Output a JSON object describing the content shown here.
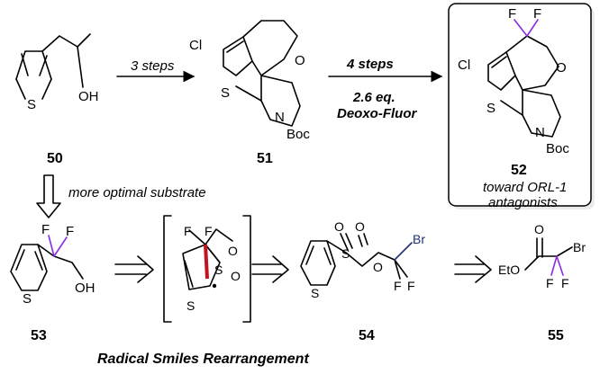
{
  "compounds": {
    "c50": "50",
    "c51": "51",
    "c52": "52",
    "c53": "53",
    "c54": "54",
    "c55": "55"
  },
  "atoms": {
    "S": "S",
    "OH": "OH",
    "O": "O",
    "N": "N",
    "Boc": "Boc",
    "Cl": "Cl",
    "F": "F",
    "Br": "Br",
    "EtO": "EtO"
  },
  "arrows": {
    "step1": "3 steps",
    "step2": "4 steps",
    "reagent": "2.6 eq.",
    "reagent_name": "Deoxo-Fluor",
    "down": "more optimal substrate"
  },
  "box": {
    "line1": "toward ORL-1",
    "line2": "antagonists"
  },
  "caption": "Radical Smiles Rearrangement",
  "colors": {
    "fluorine_bond": "#8a2be2",
    "bromine": "#1f2f7a",
    "highlight_bond": "#c0141e"
  }
}
